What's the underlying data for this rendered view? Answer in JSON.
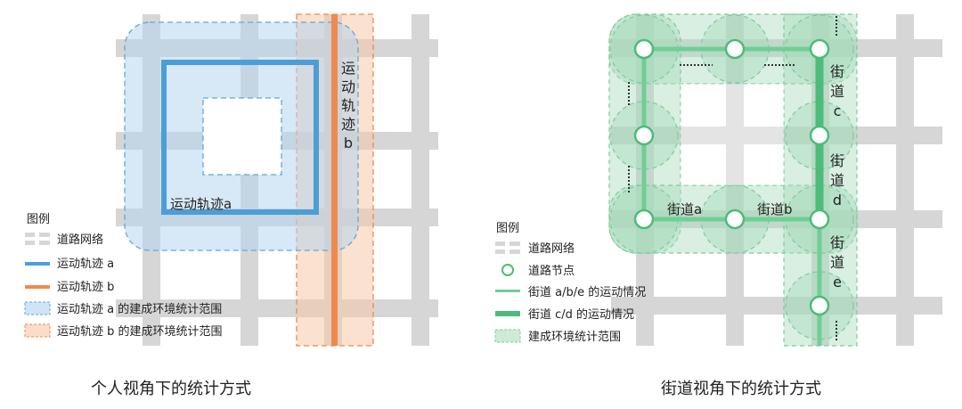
{
  "left_panel": {
    "caption": "个人视角下的统计方式",
    "trajectory_a_label": "运动轨迹a",
    "trajectory_b_label": "运动轨迹b",
    "legend": {
      "title": "图例",
      "items": [
        {
          "label": "道路网络"
        },
        {
          "label": "运动轨迹 a"
        },
        {
          "label": "运动轨迹 b"
        },
        {
          "label": "运动轨迹 a 的建成环境统计范围"
        },
        {
          "label": "运动轨迹 b 的建成环境统计范围"
        }
      ]
    }
  },
  "right_panel": {
    "caption": "街道视角下的统计方式",
    "street_a_label": "街道a",
    "street_b_label": "街道b",
    "street_c_label": "街道c",
    "street_d_label": "街道d",
    "street_e_label": "街道e",
    "legend": {
      "title": "图例",
      "items": [
        {
          "label": "道路网络"
        },
        {
          "label": "道路节点"
        },
        {
          "label": "街道 a/b/e 的运动情况"
        },
        {
          "label": "街道 c/d 的运动情况"
        },
        {
          "label": "建成环境统计范围"
        }
      ]
    }
  },
  "colors": {
    "road": "#d6d6d6",
    "trajectory_a": "#4a9fd6",
    "trajectory_a_fill": "#cfe4f4",
    "trajectory_b": "#ee8a4e",
    "trajectory_b_fill": "#fbdcc8",
    "street_light": "#8fd6aa",
    "street_dark": "#4dbb7a",
    "street_fill": "#cdebd8"
  }
}
